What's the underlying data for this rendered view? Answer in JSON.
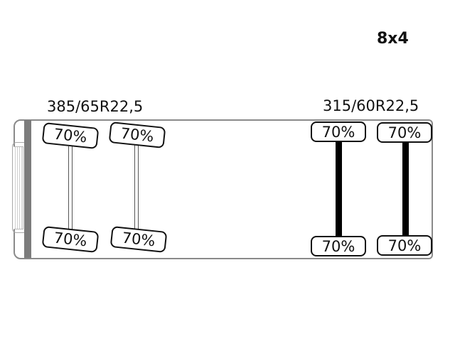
{
  "configuration": "8x4",
  "tire_sizes": {
    "rear": "385/65R22,5",
    "front": "315/60R22,5"
  },
  "tires": {
    "rear_axle_1": {
      "top": "70%",
      "bottom": "70%"
    },
    "rear_axle_2": {
      "top": "70%",
      "bottom": "70%"
    },
    "front_axle_1": {
      "top": "70%",
      "bottom": "70%"
    },
    "front_axle_2": {
      "top": "70%",
      "bottom": "70%"
    }
  },
  "colors": {
    "outline": "#111111",
    "chassis": "#8a8a8a",
    "axle_driven": "#000000"
  }
}
